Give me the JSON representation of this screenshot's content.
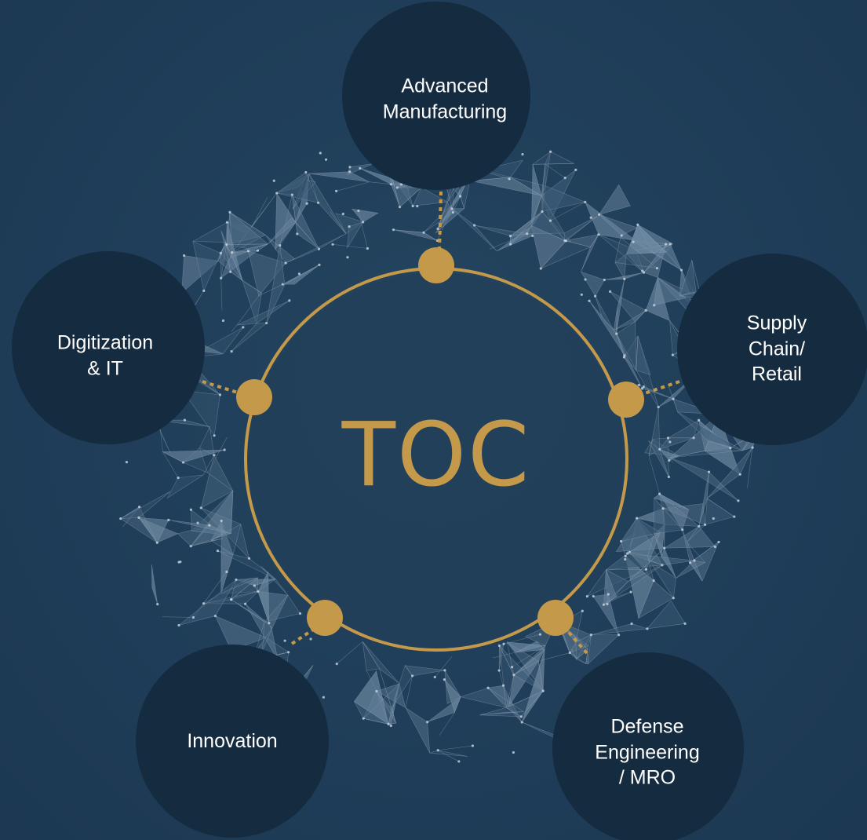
{
  "center": {
    "title": "TOC"
  },
  "nodes": [
    {
      "id": "advanced-manufacturing",
      "label": "Advanced\nManufacturing"
    },
    {
      "id": "supply-chain-retail",
      "label": "Supply\nChain/\nRetail"
    },
    {
      "id": "defense-engineering-mro",
      "label": "Defense\nEngineering\n/ MRO"
    },
    {
      "id": "innovation",
      "label": "Innovation"
    },
    {
      "id": "digitization-it",
      "label": "Digitization\n& IT"
    }
  ],
  "colors": {
    "background": "#1f3d58",
    "node_fill": "#152b40",
    "accent_gold": "#c49a4a",
    "mesh_line": "#8fa3b6"
  }
}
